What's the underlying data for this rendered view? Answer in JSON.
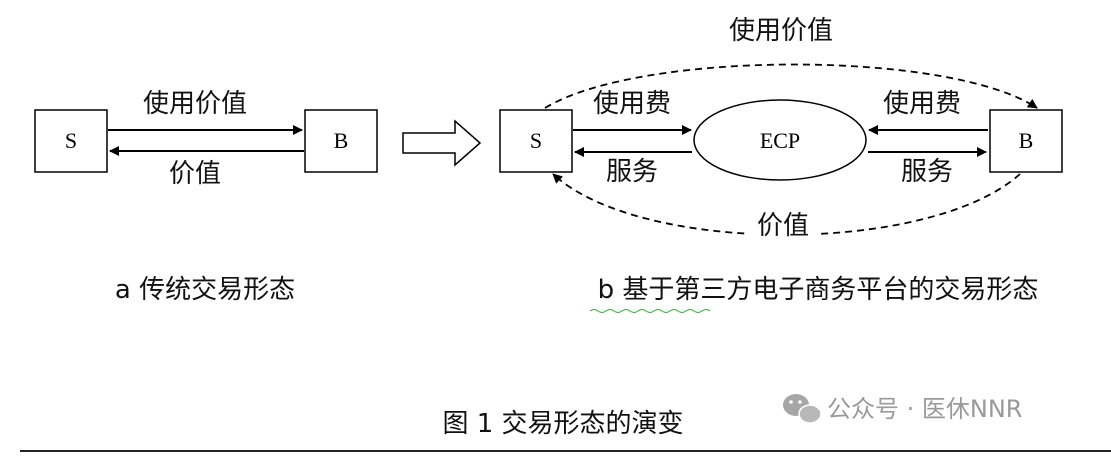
{
  "left_diagram": {
    "seller": "S",
    "buyer": "B",
    "top_arrow_label": "使用价值",
    "bottom_arrow_label": "价值",
    "caption": "a 传统交易形态"
  },
  "right_diagram": {
    "seller": "S",
    "buyer": "B",
    "platform": "ECP",
    "top_curve_label": "使用价值",
    "bottom_curve_label": "价值",
    "left_top_label": "使用费",
    "left_bottom_label": "服务",
    "right_top_label": "使用费",
    "right_bottom_label": "服务",
    "caption": "b 基于第三方电子商务平台的交易形态"
  },
  "figure_caption": "图 1  交易形态的演变",
  "watermark": {
    "icon": "wechat-icon",
    "text": "公众号 · 医休NNR"
  }
}
